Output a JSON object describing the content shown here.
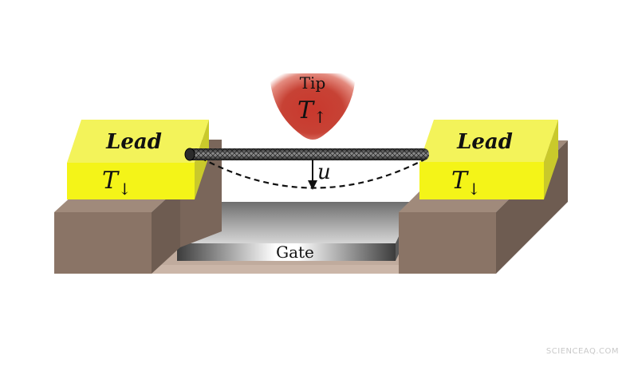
{
  "diagram": {
    "tip": {
      "label": "Tip",
      "temp_symbol": "T",
      "temp_arrow": "↑"
    },
    "left_lead": {
      "label": "Lead",
      "temp_symbol": "T",
      "temp_arrow": "↓"
    },
    "right_lead": {
      "label": "Lead",
      "temp_symbol": "T",
      "temp_arrow": "↓"
    },
    "displacement_label": "u",
    "gate_label": "Gate"
  },
  "watermark": "SCIENCEAQ.COM",
  "colors": {
    "lead_yellow": "#f4f418",
    "substrate_brown": "#8a7466",
    "tip_red": "#c0392b",
    "gate_gray": "#7a7a7a"
  }
}
